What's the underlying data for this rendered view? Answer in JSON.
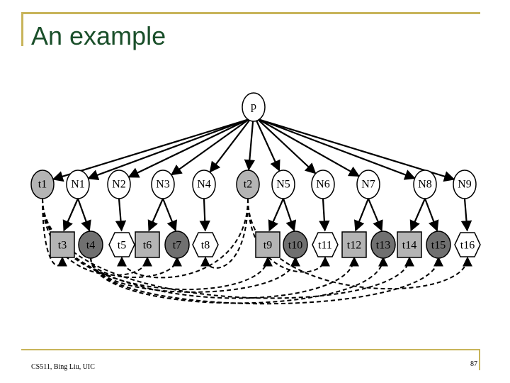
{
  "title": "An example",
  "footer": {
    "left": "CS511, Bing Liu, UIC",
    "page_number": "87"
  },
  "colors": {
    "frame": "#c8b45a",
    "title": "#1a4f2a",
    "gray_fill": "#b4b4b4",
    "dark_fill": "#707070",
    "white_fill": "#ffffff"
  },
  "diagram": {
    "root": {
      "id": "p",
      "label": "p"
    },
    "level1": [
      {
        "id": "t1",
        "label": "t1",
        "fill": "gray"
      },
      {
        "id": "N1",
        "label": "N1",
        "fill": "white"
      },
      {
        "id": "N2",
        "label": "N2",
        "fill": "white"
      },
      {
        "id": "N3",
        "label": "N3",
        "fill": "white"
      },
      {
        "id": "N4",
        "label": "N4",
        "fill": "white"
      },
      {
        "id": "t2",
        "label": "t2",
        "fill": "gray"
      },
      {
        "id": "N5",
        "label": "N5",
        "fill": "white"
      },
      {
        "id": "N6",
        "label": "N6",
        "fill": "white"
      },
      {
        "id": "N7",
        "label": "N7",
        "fill": "white"
      },
      {
        "id": "N8",
        "label": "N8",
        "fill": "white"
      },
      {
        "id": "N9",
        "label": "N9",
        "fill": "white"
      }
    ],
    "level2": [
      {
        "id": "t3",
        "label": "t3",
        "shape": "square",
        "fill": "gray",
        "parent": "N1"
      },
      {
        "id": "t4",
        "label": "t4",
        "shape": "circle",
        "fill": "dark",
        "parent": "N1"
      },
      {
        "id": "t5",
        "label": "t5",
        "shape": "hexagon",
        "fill": "white",
        "parent": "N2"
      },
      {
        "id": "t6",
        "label": "t6",
        "shape": "square",
        "fill": "gray",
        "parent": "N3"
      },
      {
        "id": "t7",
        "label": "t7",
        "shape": "circle",
        "fill": "dark",
        "parent": "N3"
      },
      {
        "id": "t8",
        "label": "t8",
        "shape": "hexagon",
        "fill": "white",
        "parent": "N4"
      },
      {
        "id": "t9",
        "label": "t9",
        "shape": "square",
        "fill": "gray",
        "parent": "N5"
      },
      {
        "id": "t10",
        "label": "t10",
        "shape": "circle",
        "fill": "dark",
        "parent": "N5"
      },
      {
        "id": "t11",
        "label": "t11",
        "shape": "hexagon",
        "fill": "white",
        "parent": "N6"
      },
      {
        "id": "t12",
        "label": "t12",
        "shape": "square",
        "fill": "gray",
        "parent": "N7"
      },
      {
        "id": "t13",
        "label": "t13",
        "shape": "circle",
        "fill": "dark",
        "parent": "N7"
      },
      {
        "id": "t14",
        "label": "t14",
        "shape": "square",
        "fill": "gray",
        "parent": "N8"
      },
      {
        "id": "t15",
        "label": "t15",
        "shape": "circle",
        "fill": "dark",
        "parent": "N8"
      },
      {
        "id": "t16",
        "label": "t16",
        "shape": "hexagon",
        "fill": "white",
        "parent": "N9"
      }
    ],
    "dashed_links": [
      [
        "t1",
        "t3"
      ],
      [
        "t1",
        "t6"
      ],
      [
        "t1",
        "t9"
      ],
      [
        "t1",
        "t12"
      ],
      [
        "t1",
        "t14"
      ],
      [
        "t2",
        "t5"
      ],
      [
        "t2",
        "t8"
      ],
      [
        "t2",
        "t11"
      ],
      [
        "t2",
        "t16"
      ],
      [
        "t4",
        "t7"
      ],
      [
        "t4",
        "t10"
      ],
      [
        "t4",
        "t13"
      ],
      [
        "t4",
        "t15"
      ]
    ]
  }
}
